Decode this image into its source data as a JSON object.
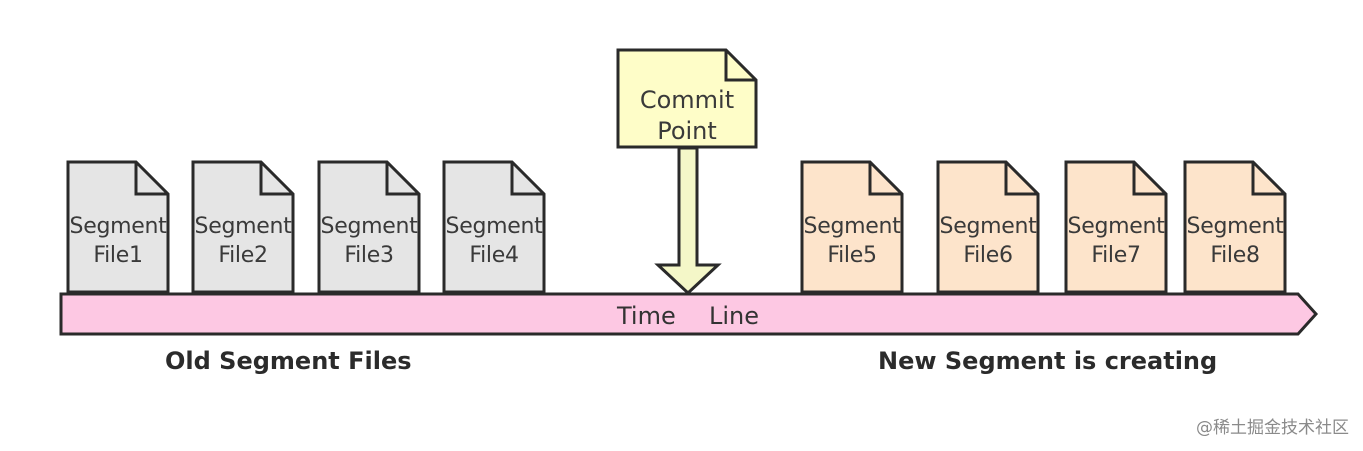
{
  "old_files": [
    {
      "line1": "Segment",
      "line2": "File1"
    },
    {
      "line1": "Segment",
      "line2": "File2"
    },
    {
      "line1": "Segment",
      "line2": "File3"
    },
    {
      "line1": "Segment",
      "line2": "File4"
    }
  ],
  "new_files": [
    {
      "line1": "Segment",
      "line2": "File5"
    },
    {
      "line1": "Segment",
      "line2": "File6"
    },
    {
      "line1": "Segment",
      "line2": "File7"
    },
    {
      "line1": "Segment",
      "line2": "File8"
    }
  ],
  "commit": {
    "line1": "Commit",
    "line2": "Point"
  },
  "timeline": {
    "word1": "Time",
    "word2": "Line"
  },
  "labels": {
    "old": "Old Segment Files",
    "new": "New Segment is creating"
  },
  "watermark": "@稀土掘金技术社区",
  "colors": {
    "old_file_fill": "#e5e5e5",
    "new_file_fill": "#fde4cb",
    "commit_fill": "#fefdc8",
    "arrow_fill": "#f4f7c8",
    "timeline_fill": "#fdc8e3",
    "stroke": "#2a2a2a"
  }
}
